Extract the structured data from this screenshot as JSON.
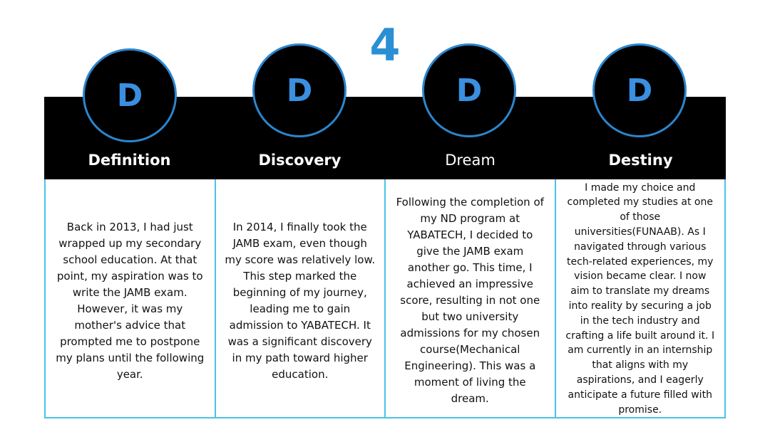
{
  "number": "4",
  "colors": {
    "accent": "#2b8fd4",
    "band": "#000000",
    "border": "#49c3e6"
  },
  "steps": [
    {
      "letter": "D",
      "title": "Definition",
      "text": "Back in 2013, I had just wrapped up my secondary school education. At that point, my aspiration was to write the JAMB exam. However, it was my mother's advice that prompted me to postpone my plans until the following year."
    },
    {
      "letter": "D",
      "title": "Discovery",
      "text": "In 2014, I finally took the JAMB exam, even though my score was relatively low. This step marked the beginning of my journey, leading me to gain admission to YABATECH. It was a significant discovery in my path toward higher education."
    },
    {
      "letter": "D",
      "title": "Dream",
      "text": "Following the completion of my ND program at YABATECH, I decided to give the JAMB exam another go. This time, I achieved an impressive score, resulting in not one but two university admissions for my chosen course(Mechanical Engineering). This was a moment of living the dream."
    },
    {
      "letter": "D",
      "title": "Destiny",
      "text": "I made my choice and completed my studies at one of those universities(FUNAAB). As I navigated through various tech-related experiences, my vision became clear. I now aim to translate my dreams into reality by securing a job in the tech industry and crafting a life built around it. I am currently in an internship that aligns with my aspirations, and I eagerly anticipate a future filled with promise."
    }
  ]
}
